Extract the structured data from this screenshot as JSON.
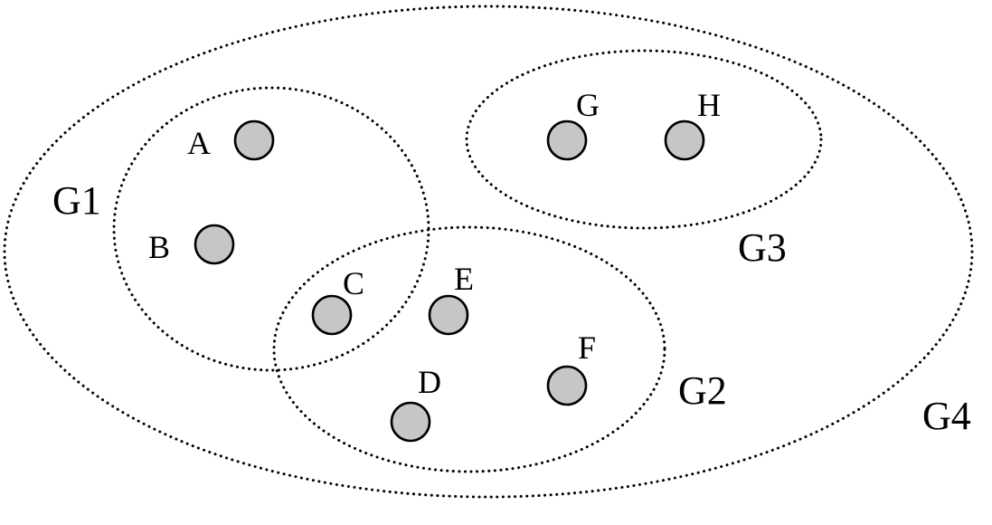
{
  "groups": [
    {
      "id": "g4",
      "label": "G4"
    },
    {
      "id": "g1",
      "label": "G1"
    },
    {
      "id": "g2",
      "label": "G2"
    },
    {
      "id": "g3",
      "label": "G3"
    }
  ],
  "nodes": [
    {
      "id": "a",
      "label": "A"
    },
    {
      "id": "b",
      "label": "B"
    },
    {
      "id": "c",
      "label": "C"
    },
    {
      "id": "d",
      "label": "D"
    },
    {
      "id": "e",
      "label": "E"
    },
    {
      "id": "f",
      "label": "F"
    },
    {
      "id": "g",
      "label": "G"
    },
    {
      "id": "h",
      "label": "H"
    }
  ],
  "colors": {
    "node_fill": "#c6c6c6",
    "stroke": "#000000"
  }
}
